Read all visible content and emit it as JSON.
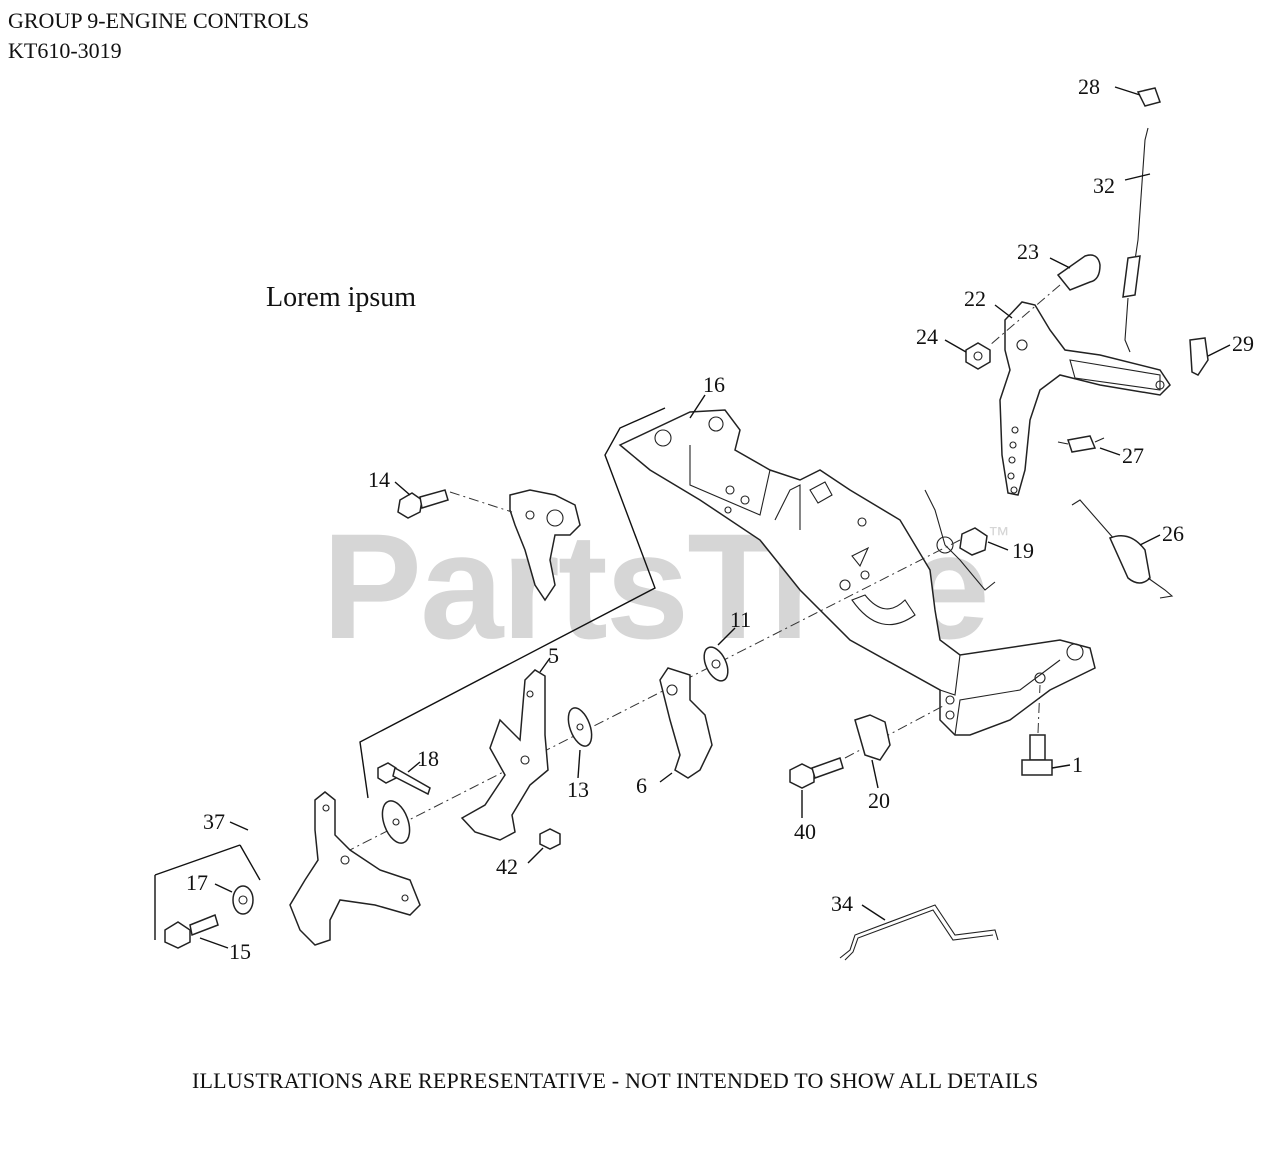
{
  "header": {
    "group_title": "GROUP 9-ENGINE CONTROLS",
    "model": "KT610-3019"
  },
  "subtitle": "Lorem ipsum",
  "footer": "ILLUSTRATIONS ARE REPRESENTATIVE - NOT INTENDED TO SHOW ALL DETAILS",
  "watermark": {
    "text": "PartsTree",
    "mark": "™"
  },
  "callouts": [
    "1",
    "5",
    "6",
    "11",
    "13",
    "14",
    "15",
    "16",
    "17",
    "18",
    "19",
    "20",
    "22",
    "23",
    "24",
    "26",
    "27",
    "28",
    "29",
    "32",
    "34",
    "37",
    "40",
    "42"
  ]
}
